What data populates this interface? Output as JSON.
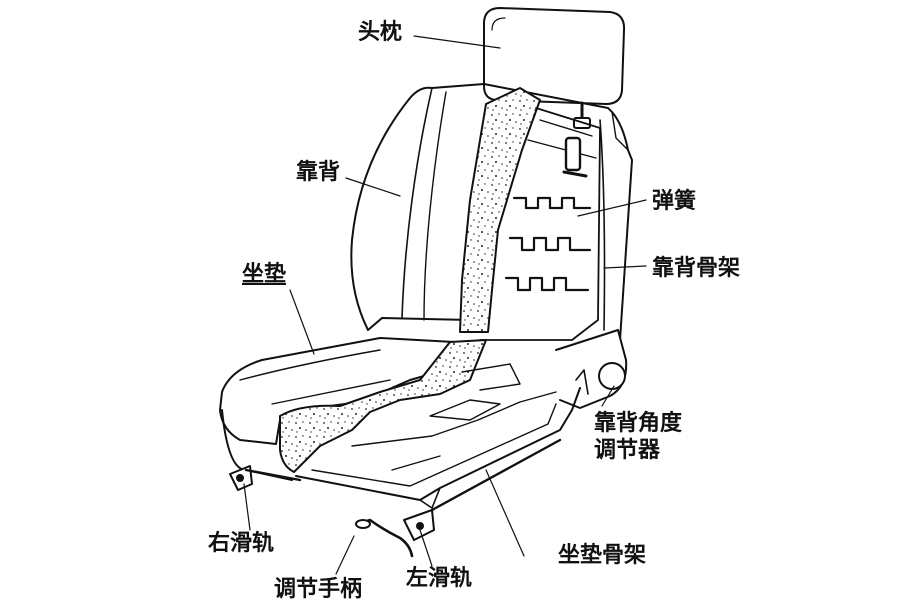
{
  "labels": {
    "headrest": "头枕",
    "backrest": "靠背",
    "cushion": "坐垫",
    "spring": "弹簧",
    "backrest_frame": "靠背骨架",
    "recliner_line1": "靠背角度",
    "recliner_line2": "调节器",
    "right_rail": "右滑轨",
    "adjust_handle": "调节手柄",
    "left_rail": "左滑轨",
    "cushion_frame": "坐垫骨架"
  },
  "colors": {
    "ink": "#111111",
    "background": "#ffffff"
  }
}
